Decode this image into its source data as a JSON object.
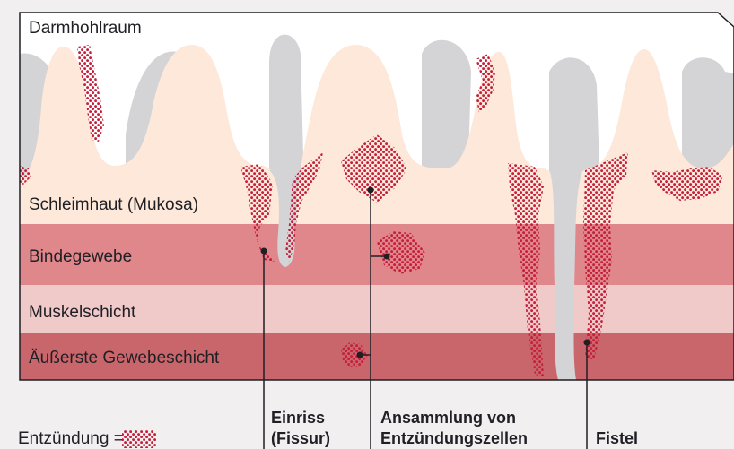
{
  "labels": {
    "lumen": "Darmhohlraum",
    "mucosa": "Schleimhaut (Mukosa)",
    "connective": "Bindegewebe",
    "muscle": "Muskelschicht",
    "outer": "Äußerste Gewebeschicht"
  },
  "callouts": {
    "fissure_line1": "Einriss",
    "fissure_line2": "(Fissur)",
    "cells_line1": "Ansammlung von",
    "cells_line2": "Entzündungszellen",
    "fistula": "Fistel"
  },
  "legend": {
    "label": "Entzündung ="
  },
  "colors": {
    "background": "#f1eff0",
    "lumen": "#ffffff",
    "mucosa": "#fde8da",
    "connective": "#e0878c",
    "muscle": "#f0c9c9",
    "outer": "#c9666c",
    "villi_shadow": "#d4d4d6",
    "inflammation": "#c41e3a",
    "outline": "#1f1f24"
  },
  "icons": {
    "legend_swatch": "inflammation-dots-icon"
  }
}
